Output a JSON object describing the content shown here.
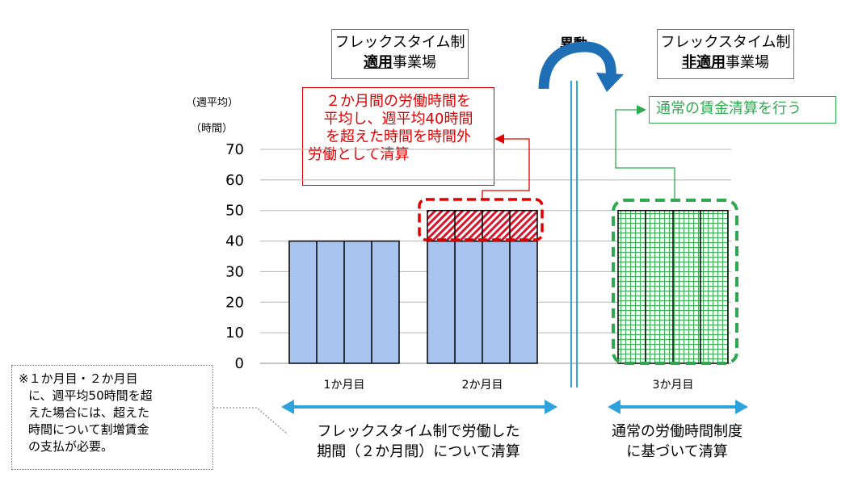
{
  "chart_data": {
    "type": "bar",
    "categories": [
      "1か月目",
      "2か月目",
      "3か月目"
    ],
    "series": [
      {
        "name": "",
        "values": [
          40,
          40,
          50
        ]
      },
      {
        "name": "",
        "values": [
          0,
          10,
          0
        ]
      }
    ],
    "yunit_line1": "（週平均）",
    "yunit_line2": "（時間）",
    "ylim": [
      0,
      70
    ],
    "yticks": [
      0,
      10,
      20,
      30,
      40,
      50,
      60,
      70
    ],
    "grid": true,
    "colors": {
      "base": "#a8c4ee",
      "excess": "#d9142b",
      "green": "#2fa84f",
      "arrow_blue": "#2ea3db"
    }
  },
  "headers": {
    "left_line1": "フレックスタイム制",
    "left_bold": "適用",
    "left_rest": "事業場",
    "right_line1": "フレックスタイム制",
    "right_bold": "非適用",
    "right_rest": "事業場",
    "transfer": "異動"
  },
  "notes": {
    "red_line1": "２か月間の労働時間を",
    "red_line2": "平均し、週平均40時間",
    "red_line3": "を超えた時間を時間外",
    "red_line4": "労働として清算",
    "green": "通常の賃金清算を行う"
  },
  "footnote": {
    "line1": "※１か月目・２か月目",
    "line2": "に、週平均50時間を超",
    "line3": "えた場合には、超えた",
    "line4": "時間について割増賃金",
    "line5": "の支払が必要。"
  },
  "bottom": {
    "left_line1": "フレックスタイム制で労働した",
    "left_line2": "期間（２か月間）について清算",
    "right_line1": "通常の労働時間制度",
    "right_line2": "に基づいて清算"
  }
}
